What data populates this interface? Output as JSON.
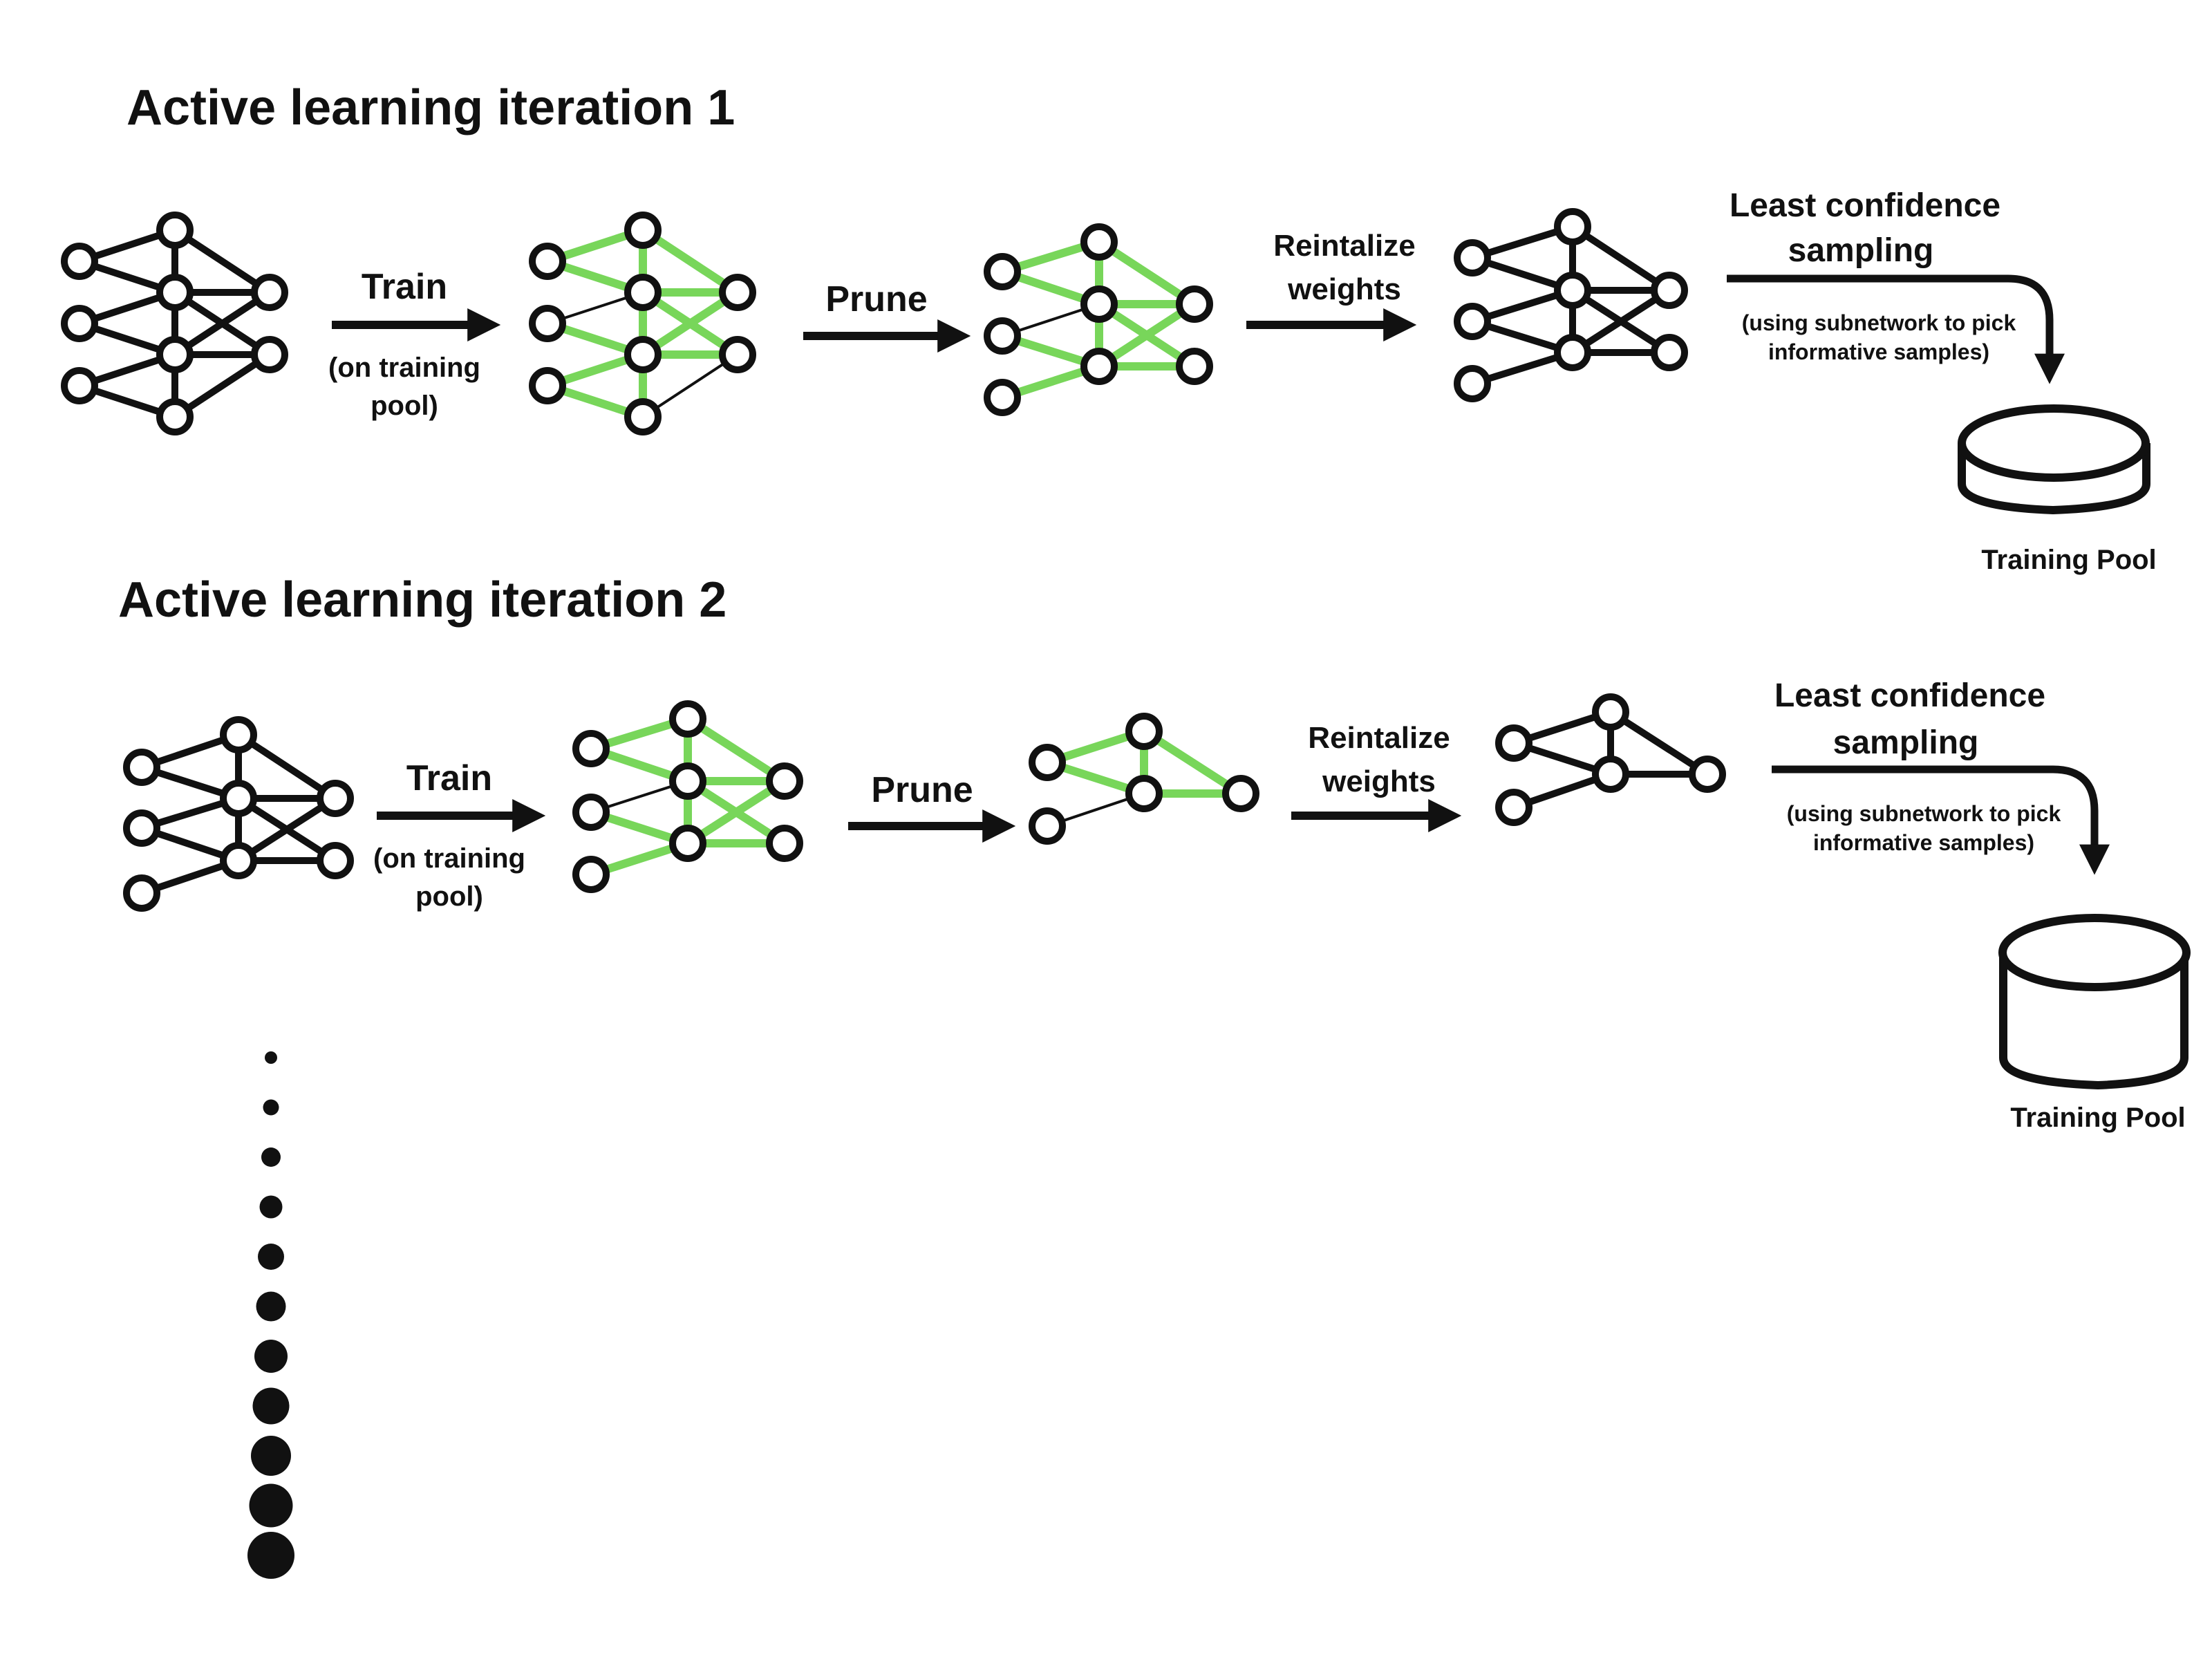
{
  "colors": {
    "ink": "#111111",
    "pruned_edge": "#78d65a",
    "node_fill": "#ffffff",
    "background": "#ffffff"
  },
  "iterations": [
    {
      "title": "Active learning iteration 1",
      "train_label": "Train",
      "train_sub_1": "(on training",
      "train_sub_2": "pool)",
      "prune_label": "Prune",
      "reinit_label_1": "Reintalize",
      "reinit_label_2": "weights",
      "sampling_label_1": "Least confidence",
      "sampling_label_2": "sampling",
      "sampling_note_1": "(using subnetwork to pick",
      "sampling_note_2": "informative samples)",
      "pool_label": "Training Pool"
    },
    {
      "title": "Active learning iteration 2",
      "train_label": "Train",
      "train_sub_1": "(on training",
      "train_sub_2": "pool)",
      "prune_label": "Prune",
      "reinit_label_1": "Reintalize",
      "reinit_label_2": "weights",
      "sampling_label_1": "Least confidence",
      "sampling_label_2": "sampling",
      "sampling_note_1": "(using subnetwork to pick",
      "sampling_note_2": "informative samples)",
      "pool_label": "Training Pool"
    }
  ],
  "continuation": {
    "dot_count": 11,
    "icon": "ellipsis-dots-icon"
  }
}
